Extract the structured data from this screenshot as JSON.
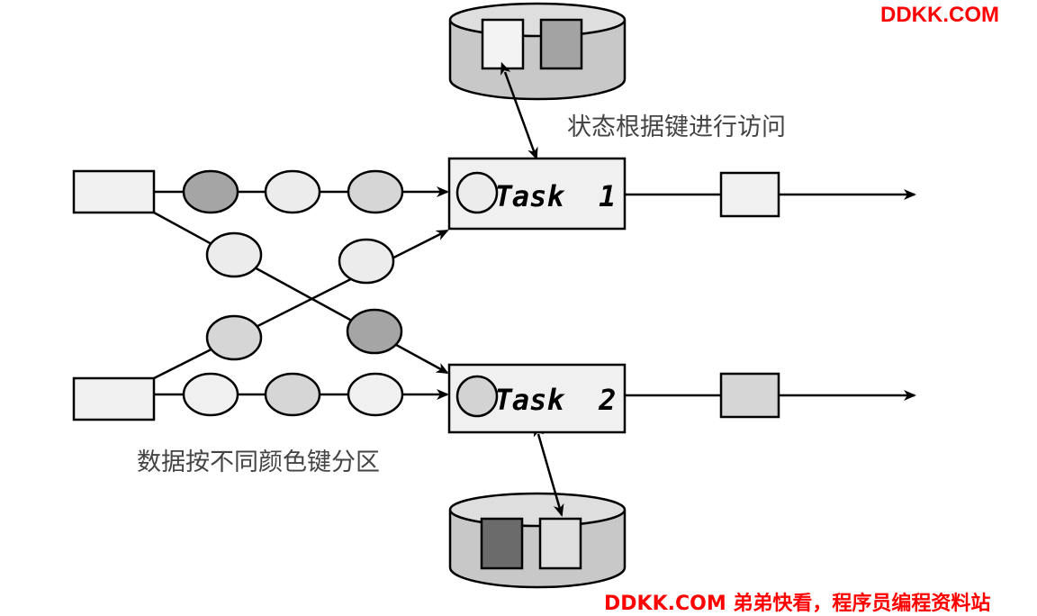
{
  "watermarks": {
    "top": "DDKK.COM",
    "bottom": "DDKK.COM 弟弟快看，程序员编程资料站"
  },
  "labels": {
    "state_access": "状态根据键进行访问",
    "partition": "数据按不同颜色键分区"
  },
  "tasks": [
    {
      "name": "Task  1",
      "token_color": "#ececec",
      "output_color": "#f0f0f0",
      "state_items": [
        "#f3f3f3",
        "#a3a3a3"
      ]
    },
    {
      "name": "Task  2",
      "token_color": "#d3d3d3",
      "output_color": "#d6d6d6",
      "state_items": [
        "#6b6b6b",
        "#dedede"
      ]
    }
  ],
  "colors": {
    "white": "#f1f1f1",
    "light": "#dcdcdc",
    "medium": "#a5a5a5",
    "stroke": "#000000",
    "db_fill": "#c8c8c8",
    "db_top": "#dedede"
  },
  "streams": {
    "source1_tokens": [
      "#a5a5a5",
      "#ececec",
      "#d6d6d6"
    ],
    "source2_tokens": [
      "#f0f0f0",
      "#d6d6d6",
      "#f0f0f0"
    ],
    "cross_down_tokens": [
      "#ececec",
      "#a5a5a5"
    ],
    "cross_up_tokens": [
      "#d6d6d6",
      "#ececec"
    ]
  }
}
